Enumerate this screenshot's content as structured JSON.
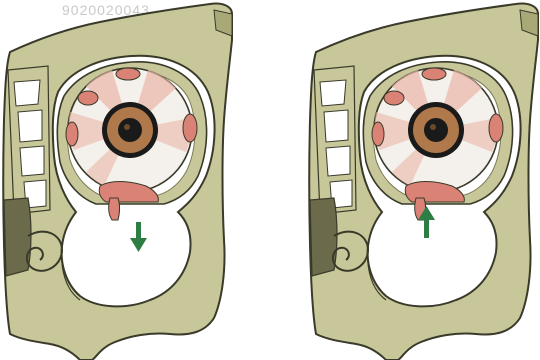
{
  "figure": {
    "caption_id": "9020020043",
    "panels": [
      {
        "label": "orbit-panel-left",
        "arrow_direction": "down",
        "arrow_color": "#2e7d45"
      },
      {
        "label": "orbit-panel-right",
        "arrow_direction": "up",
        "arrow_color": "#2e7d45"
      }
    ],
    "colors": {
      "bone": "#c7c79a",
      "bone_shadow": "#a9a877",
      "outline": "#3a3a2a",
      "sclera": "#f4f1ec",
      "iris": "#b0794b",
      "pupil": "#1a1a1a",
      "muscle": "#d98275",
      "muscle_light": "#eab5a8",
      "soft_tissue": "#6b6a4a",
      "arrow": "#2e7d45"
    }
  }
}
